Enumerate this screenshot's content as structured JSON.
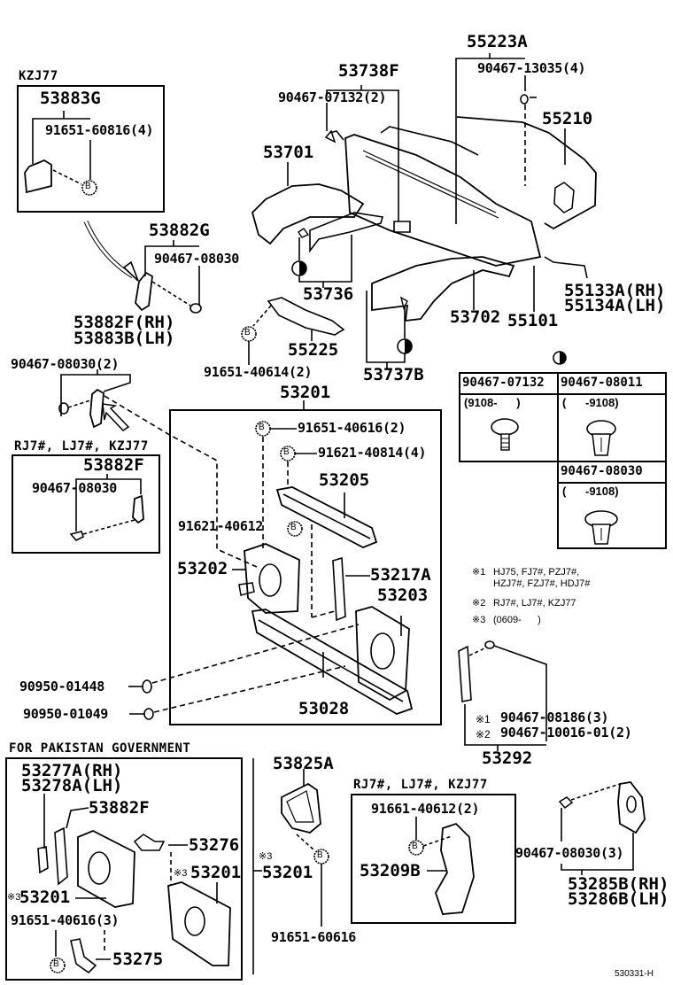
{
  "diagram": {
    "catalog_code": "530331-H",
    "sections": {
      "kzj77_box": {
        "header": "KZJ77",
        "part": "53883G",
        "fastener": "91651-60816(4)",
        "callout": "B"
      },
      "bracket_g": {
        "part": "53882G",
        "fastener": "90467-08030"
      },
      "bracket_f_rh_lh": {
        "part_rh": "53882F(RH)",
        "part_lh": "53883B(LH)",
        "fastener": "90467-08030(2)"
      },
      "rj7_box_left": {
        "header": "RJ7#, LJ7#, KZJ77",
        "part": "53882F",
        "fastener": "90467-08030"
      },
      "apron": {
        "p53738F": "53738F",
        "fastener_07132": "90467-07132(2)",
        "p53701": "53701",
        "p53736": "53736",
        "p55223A": "55223A",
        "fastener_13035": "90467-13035(4)",
        "p55210": "55210",
        "p55133A": "55133A(RH)",
        "p55134A": "55134A(LH)",
        "p53702": "53702",
        "p55101": "55101",
        "p53737B": "53737B",
        "p55225": "55225",
        "fastener_40614": "91651-40614(2)",
        "callout": "B"
      },
      "clip_table": {
        "cells": [
          {
            "part": "90467-07132",
            "range": "(9108-      )"
          },
          {
            "part": "90467-08011",
            "range": "(      -9108)"
          },
          {
            "part": "90467-08030",
            "range": "(      -9108)"
          }
        ]
      },
      "notes": [
        {
          "mark": "※1",
          "text": "HJ75, FJ7#, PZJ7#,\nHZJ7#, FZJ7#, HDJ7#"
        },
        {
          "mark": "※2",
          "text": "RJ7#, LJ7#, KZJ77"
        },
        {
          "mark": "※3",
          "text": "(0609-      )"
        }
      ],
      "radiator_support": {
        "p53201": "53201",
        "fastener_40616": "91651-40616(2)",
        "fastener_40814": "91621-40814(4)",
        "p53205": "53205",
        "fastener_40612": "91621-40612",
        "p53202": "53202",
        "p53217A": "53217A",
        "p53203": "53203",
        "p53028": "53028",
        "callout": "B"
      },
      "plugs": {
        "plug1": "90950-01448",
        "plug2": "90950-01049"
      },
      "p53292": {
        "part": "53292",
        "mark1": "※1",
        "fastener1": "90467-08186(3)",
        "mark2": "※2",
        "fastener2": "90467-10016-01(2)"
      },
      "pakistan_box": {
        "header": "FOR PAKISTAN GOVERNMENT",
        "p53277A": "53277A(RH)",
        "p53278A": "53278A(LH)",
        "p53882F": "53882F",
        "p53276": "53276",
        "p53201_right": "53201",
        "p53201_left": "53201",
        "mark3": "※3",
        "fastener": "91651-40616(3)",
        "p53275": "53275",
        "callout": "B"
      },
      "seal": {
        "part": "53825A",
        "mark3": "※3",
        "p53201": "53201",
        "fastener": "91651-60616",
        "callout": "B"
      },
      "rj7_box_right": {
        "header": "RJ7#, LJ7#, KZJ77",
        "fastener": "91661-40612(2)",
        "part": "53209B",
        "callout": "B"
      },
      "bracket_285": {
        "fastener": "90467-08030(3)",
        "part_rh": "53285B(RH)",
        "part_lh": "53286B(LH)"
      }
    }
  }
}
